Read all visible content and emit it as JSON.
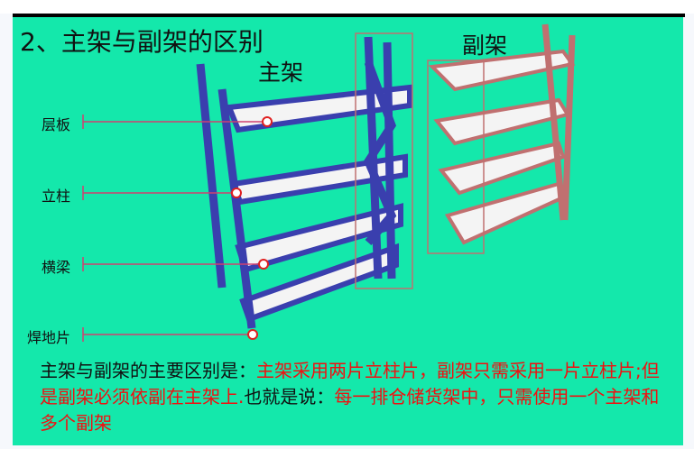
{
  "title": "2、主架与副架的区别",
  "main_rack_caption": "主架",
  "sub_rack_caption": "副架",
  "labels": [
    "层板",
    "立柱",
    "横梁",
    "焊地片"
  ],
  "description": {
    "p1": "主架与副架的主要区别是：",
    "p2": "主架采用两片立柱片，副架只需采用一片立柱片;但是副架必须依副在主架上.",
    "p3": "也就是说：",
    "p4": "每一排仓储货架中，只需使用一个主架和多个副架"
  },
  "colors": {
    "background": "#14e8ab",
    "main_rack": "#3a3fae",
    "sub_rack": "#c07070",
    "highlight": "#f01010"
  }
}
